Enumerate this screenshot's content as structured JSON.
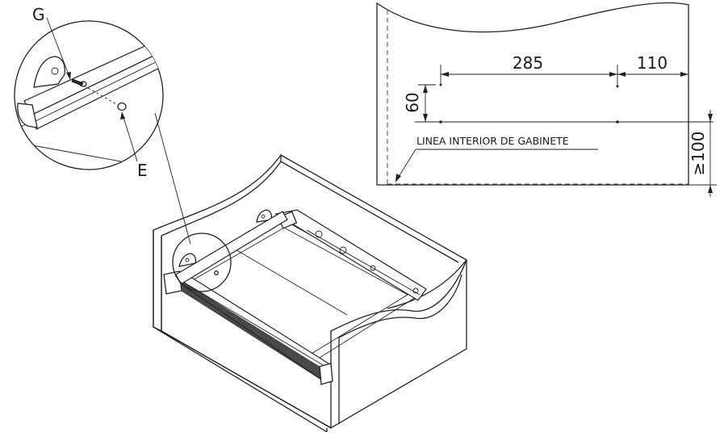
{
  "labels": {
    "g": "G",
    "e": "E"
  },
  "dimensions": {
    "d285": "285",
    "d110": "110",
    "d60": "60",
    "d100": "≥100"
  },
  "cabinet_line_label": "LINEA INTERIOR DE GABINETE",
  "colors": {
    "line": "#222222",
    "background": "#ffffff"
  }
}
